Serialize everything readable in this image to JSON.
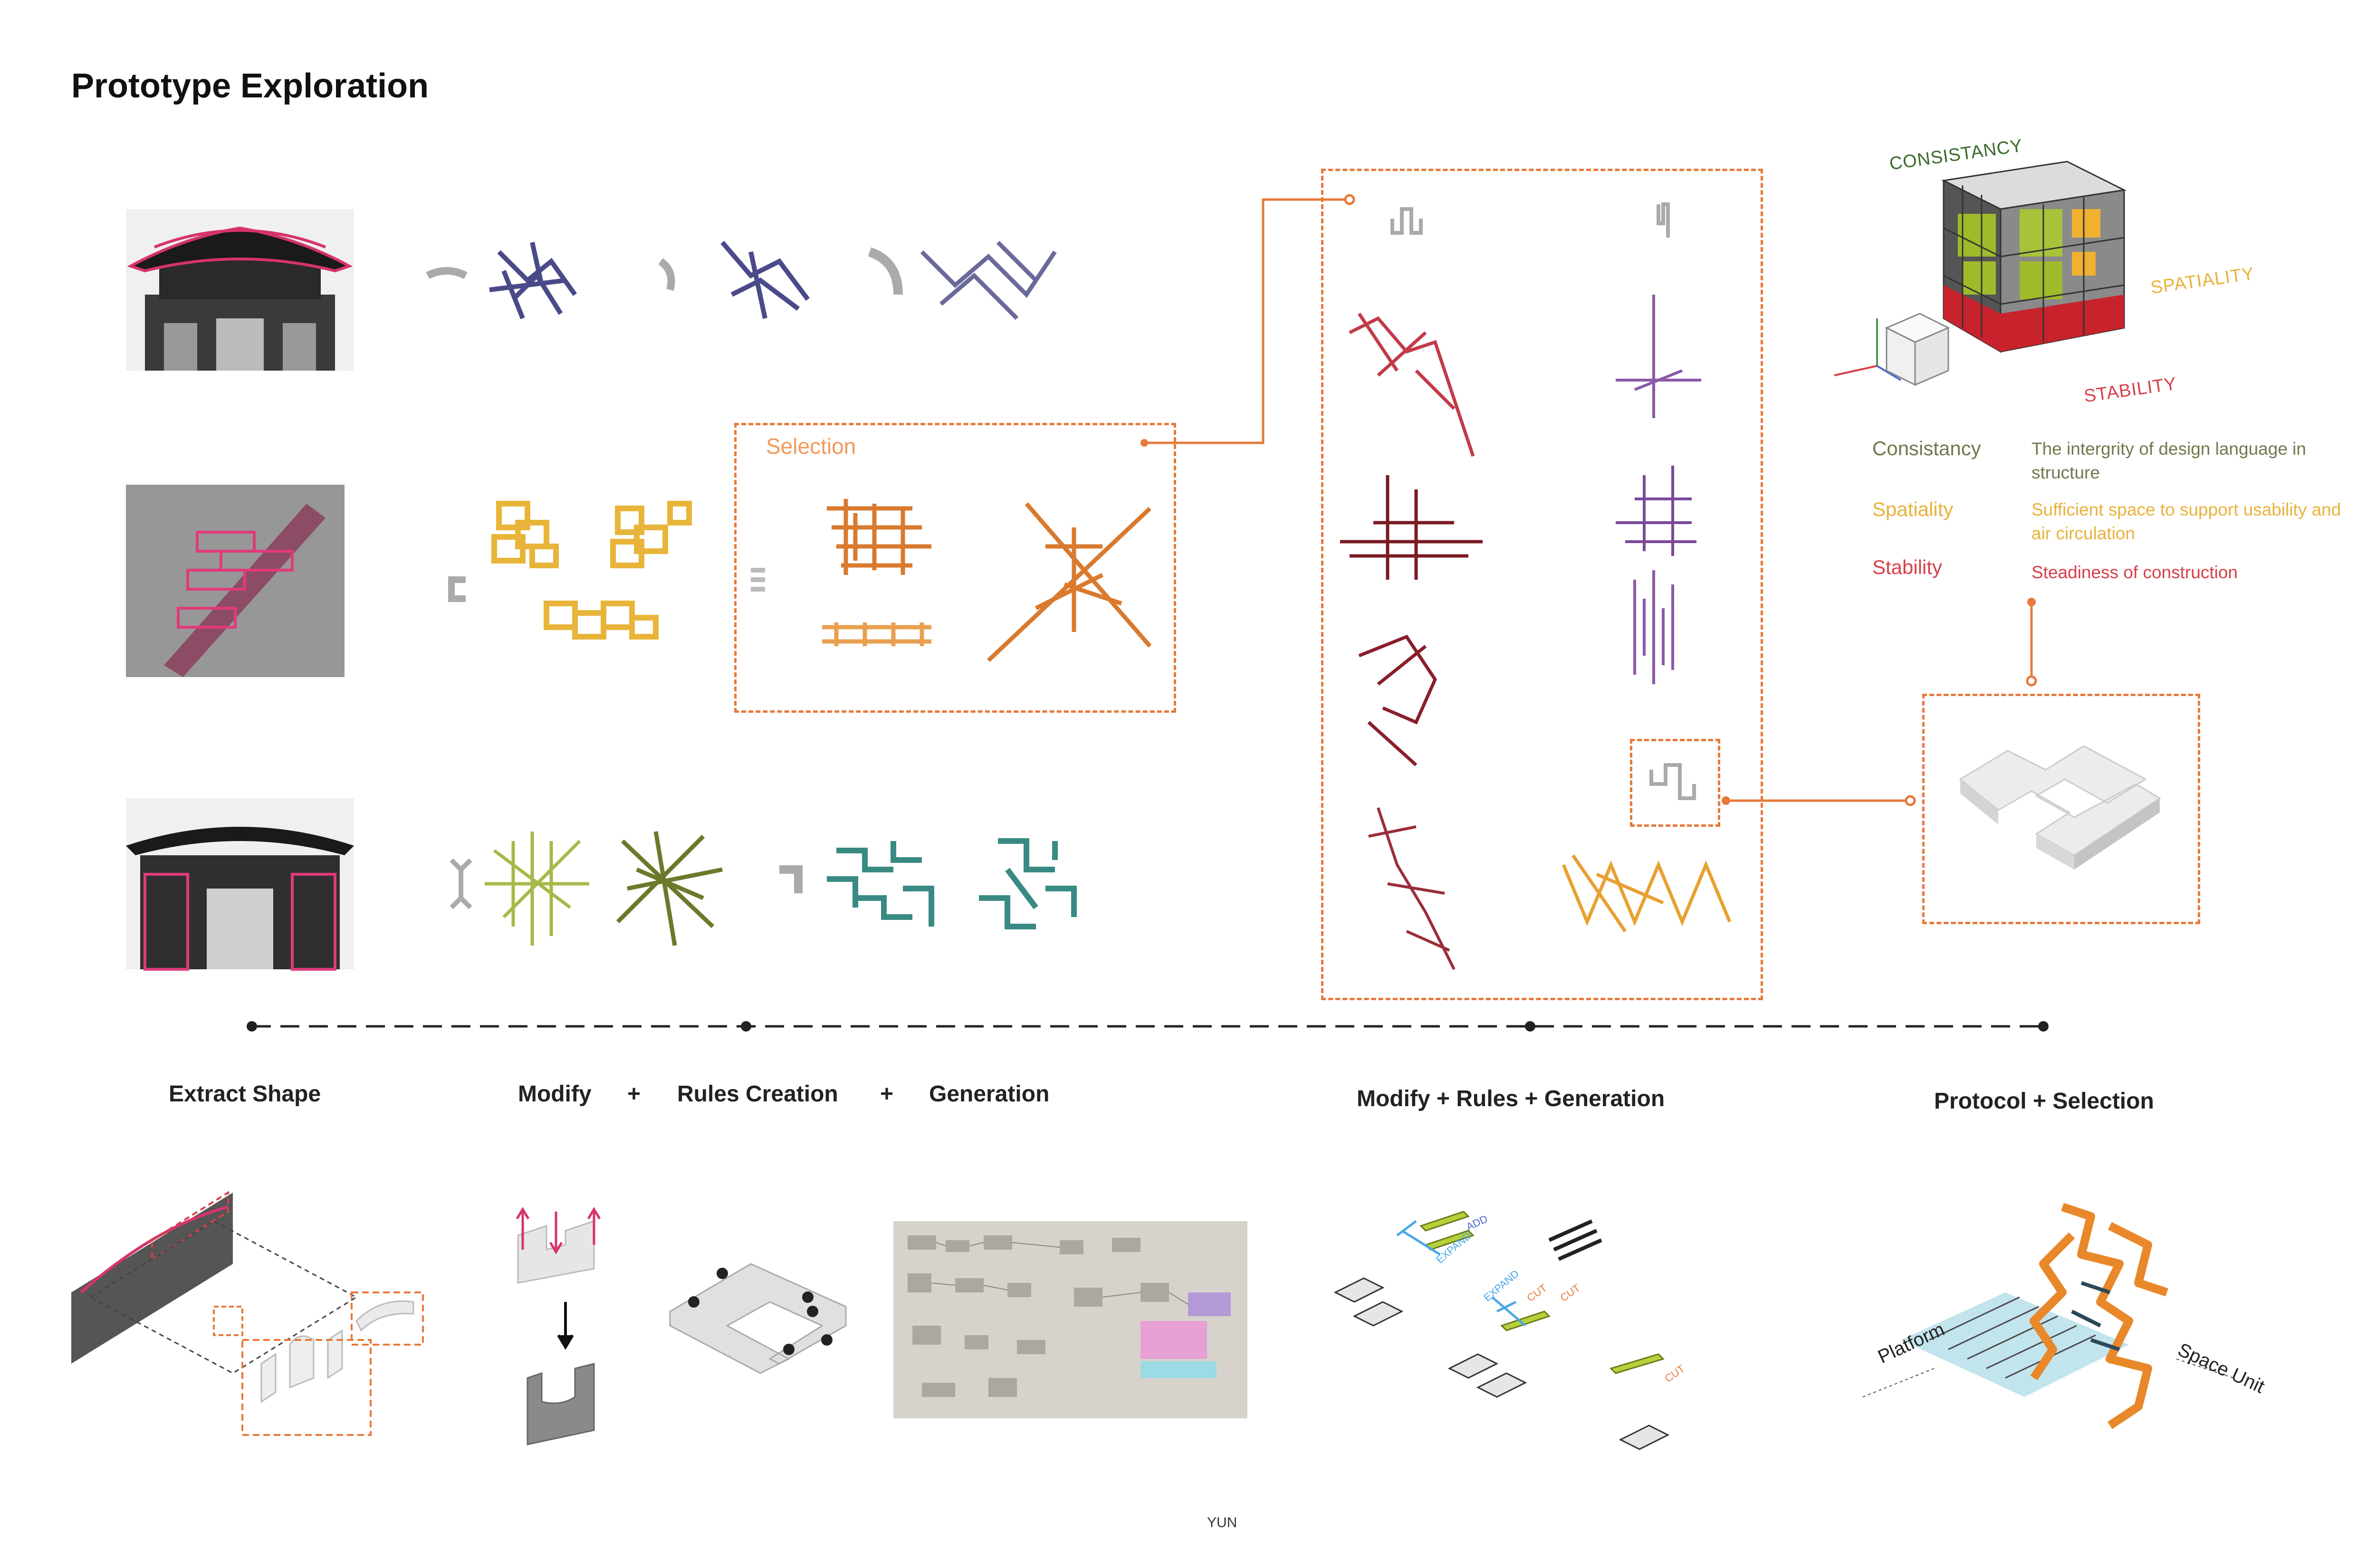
{
  "title": "Prototype Exploration",
  "selection_label": "Selection",
  "stages": {
    "extract": "Extract Shape",
    "modify": "Modify",
    "plus1": "+",
    "rules": "Rules Creation",
    "plus2": "+",
    "generation": "Generation",
    "mrg": "Modify + Rules + Generation",
    "protocol": "Protocol + Selection"
  },
  "cube_labels": {
    "consistancy": "CONSISTANCY",
    "spatiality": "SPATIALITY",
    "stability": "STABILITY"
  },
  "legend": [
    {
      "term": "Consistancy",
      "desc": "The intergrity of design language in structure",
      "color": "#6f7a4e"
    },
    {
      "term": "Spatiality",
      "desc": "Sufficient space to support usability and air circulation",
      "color": "#e9b23c"
    },
    {
      "term": "Stability",
      "desc": "Steadiness of construction",
      "color": "#d6404a"
    }
  ],
  "diagram_labels": {
    "add": "ADD",
    "expand1": "EXPAND",
    "expand2": "EXPAND",
    "cut1": "CUT",
    "cut2": "CUT",
    "cut3": "CUT",
    "platform": "Platform",
    "space_unit": "Space Unit"
  },
  "colors": {
    "accent": "#e8793a",
    "row1": "#4a4a8a",
    "row2": "#e8b53a",
    "row2_sel": "#e08a3a",
    "row3a": "#a8b84a",
    "row3b": "#3a8a84",
    "red": "#8a1e2a",
    "purple": "#8a5aa8"
  },
  "footer": "YUN"
}
